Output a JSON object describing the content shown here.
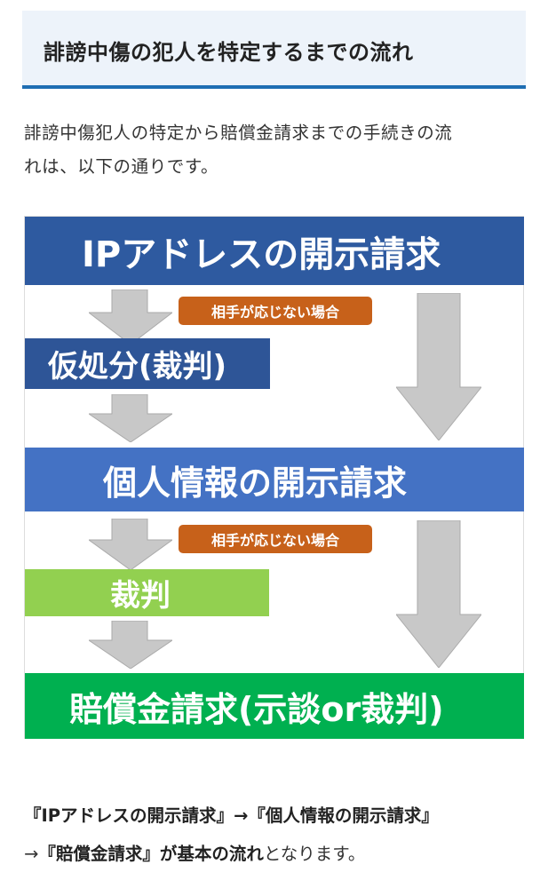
{
  "heading": "誹謗中傷の犯人を特定するまでの流れ",
  "intro": [
    "誹謗中傷犯人の特定から賠償金請求までの手続きの流",
    "れは、以下の通りです。"
  ],
  "diagram": {
    "step1": "IPアドレスの開示請求",
    "badge1": "相手が応じない場合",
    "step2": "仮処分(裁判)",
    "step3": "個人情報の開示請求",
    "badge2": "相手が応じない場合",
    "step4": "裁判",
    "step5": "賠償金請求(示談or裁判)",
    "colors": {
      "step1": "#2e5aa0",
      "step2": "#2e5597",
      "step3": "#4472c4",
      "step4": "#92d050",
      "step5": "#00b050",
      "badge": "#c7611a",
      "arrow": "#c8c8c8"
    }
  },
  "summary": {
    "line1": "『IPアドレスの開示請求』→『個人情報の開示請求』",
    "line2_arrow": "→",
    "line2_bold": "『賠償金請求』が基本の流れ",
    "line2_rest": "となります。"
  }
}
